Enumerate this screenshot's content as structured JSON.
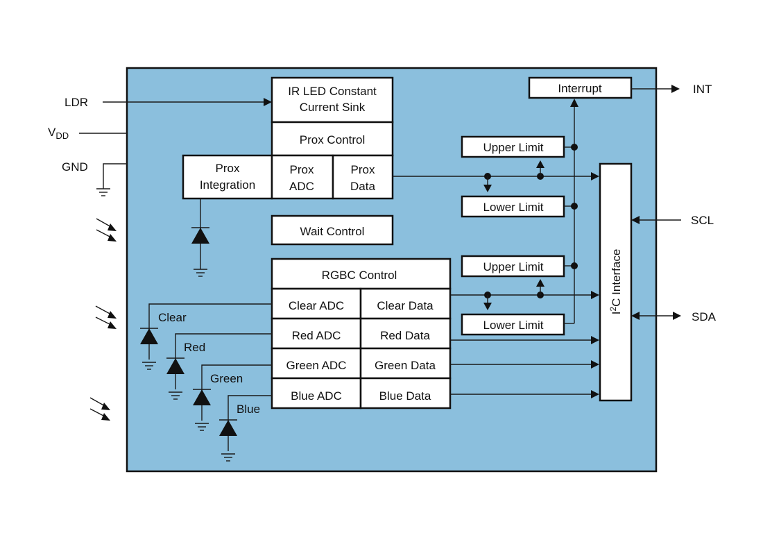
{
  "colors": {
    "chip_fill": "#8bbfdd",
    "chip_border": "#111111",
    "block_fill": "#ffffff"
  },
  "pins": {
    "ldr": "LDR",
    "vdd_main": "V",
    "vdd_sub": "DD",
    "gnd": "GND",
    "int": "INT",
    "scl": "SCL",
    "sda": "SDA"
  },
  "blocks": {
    "ir_led_line1": "IR LED Constant",
    "ir_led_line2": "Current Sink",
    "prox_control": "Prox Control",
    "prox_integration_line1": "Prox",
    "prox_integration_line2": "Integration",
    "prox_adc_line1": "Prox",
    "prox_adc_line2": "ADC",
    "prox_data_line1": "Prox",
    "prox_data_line2": "Data",
    "wait_control": "Wait Control",
    "interrupt": "Interrupt",
    "upper_limit_prox": "Upper Limit",
    "lower_limit_prox": "Lower Limit",
    "upper_limit_rgbc": "Upper Limit",
    "lower_limit_rgbc": "Lower Limit",
    "i2c_main": "I",
    "i2c_sup": "2",
    "i2c_rest": "C Interface",
    "rgbc_control": "RGBC Control",
    "clear_adc": "Clear ADC",
    "clear_data": "Clear Data",
    "red_adc": "Red ADC",
    "red_data": "Red Data",
    "green_adc": "Green ADC",
    "green_data": "Green Data",
    "blue_adc": "Blue ADC",
    "blue_data": "Blue Data"
  },
  "photodiodes": {
    "clear": "Clear",
    "red": "Red",
    "green": "Green",
    "blue": "Blue"
  }
}
